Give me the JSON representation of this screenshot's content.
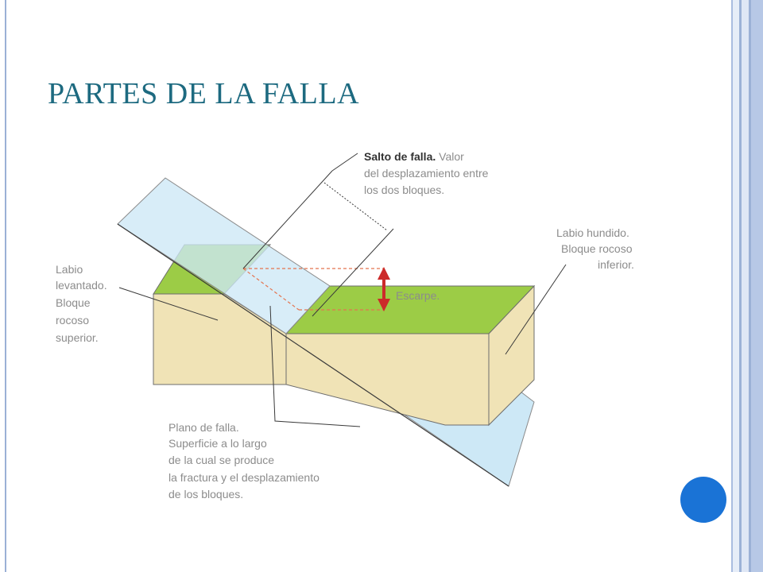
{
  "slide": {
    "title": "PARTES DE LA FALLA",
    "accent_color": "#1d6a80",
    "bullet_color": "#1a73d6"
  },
  "diagram": {
    "colors": {
      "block_side": "#f0e3b6",
      "block_top": "#9ccc46",
      "fault_plane": "#cde8f6",
      "escarpe_arrow": "#cc2a2a"
    },
    "labels": {
      "salto": {
        "title": "Salto de falla.",
        "line1_rest": " Valor",
        "line2": "del desplazamiento entre",
        "line3": "los dos bloques."
      },
      "labio_hundido": {
        "title": "Labio hundido.",
        "line2": "Bloque rocoso",
        "line3": "inferior."
      },
      "labio_levantado": {
        "title1": "Labio",
        "title2": "levantado.",
        "line3": "Bloque",
        "line4": "rocoso",
        "line5": "superior."
      },
      "escarpe": "Escarpe.",
      "plano": {
        "title": "Plano de falla.",
        "line2": "Superficie a lo largo",
        "line3": "de la cual se produce",
        "line4": "la fractura y el desplazamiento",
        "line5": "de los bloques."
      }
    }
  }
}
